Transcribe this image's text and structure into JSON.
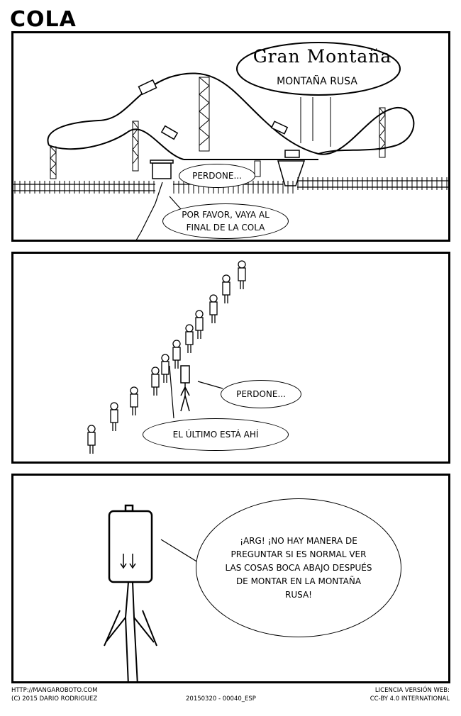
{
  "page_title": "COLA",
  "panel1": {
    "sign_title": "Gran Montaña",
    "sign_subtitle": "MONTAÑA RUSA",
    "bubble_a": "PERDONE...",
    "bubble_b": "POR FAVOR, VAYA AL FINAL DE LA COLA"
  },
  "panel2": {
    "bubble_a": "PERDONE...",
    "bubble_b": "EL ÚLTIMO ESTÁ AHÍ"
  },
  "panel3": {
    "bubble": "¡ARG! ¡NO HAY MANERA DE PREGUNTAR SI ES NORMAL VER LAS COSAS BOCA ABAJO DESPUÉS DE MONTAR EN LA MONTAÑA RUSA!"
  },
  "footer": {
    "url": "HTTP://MANGAROBOTO.COM",
    "copyright": "(C) 2015 DARIO RODRIGUEZ",
    "code": "20150320 - 00040_ESP",
    "license_label": "LICENCIA VERSIÓN WEB:",
    "license": "CC-BY 4.0 INTERNATIONAL"
  }
}
